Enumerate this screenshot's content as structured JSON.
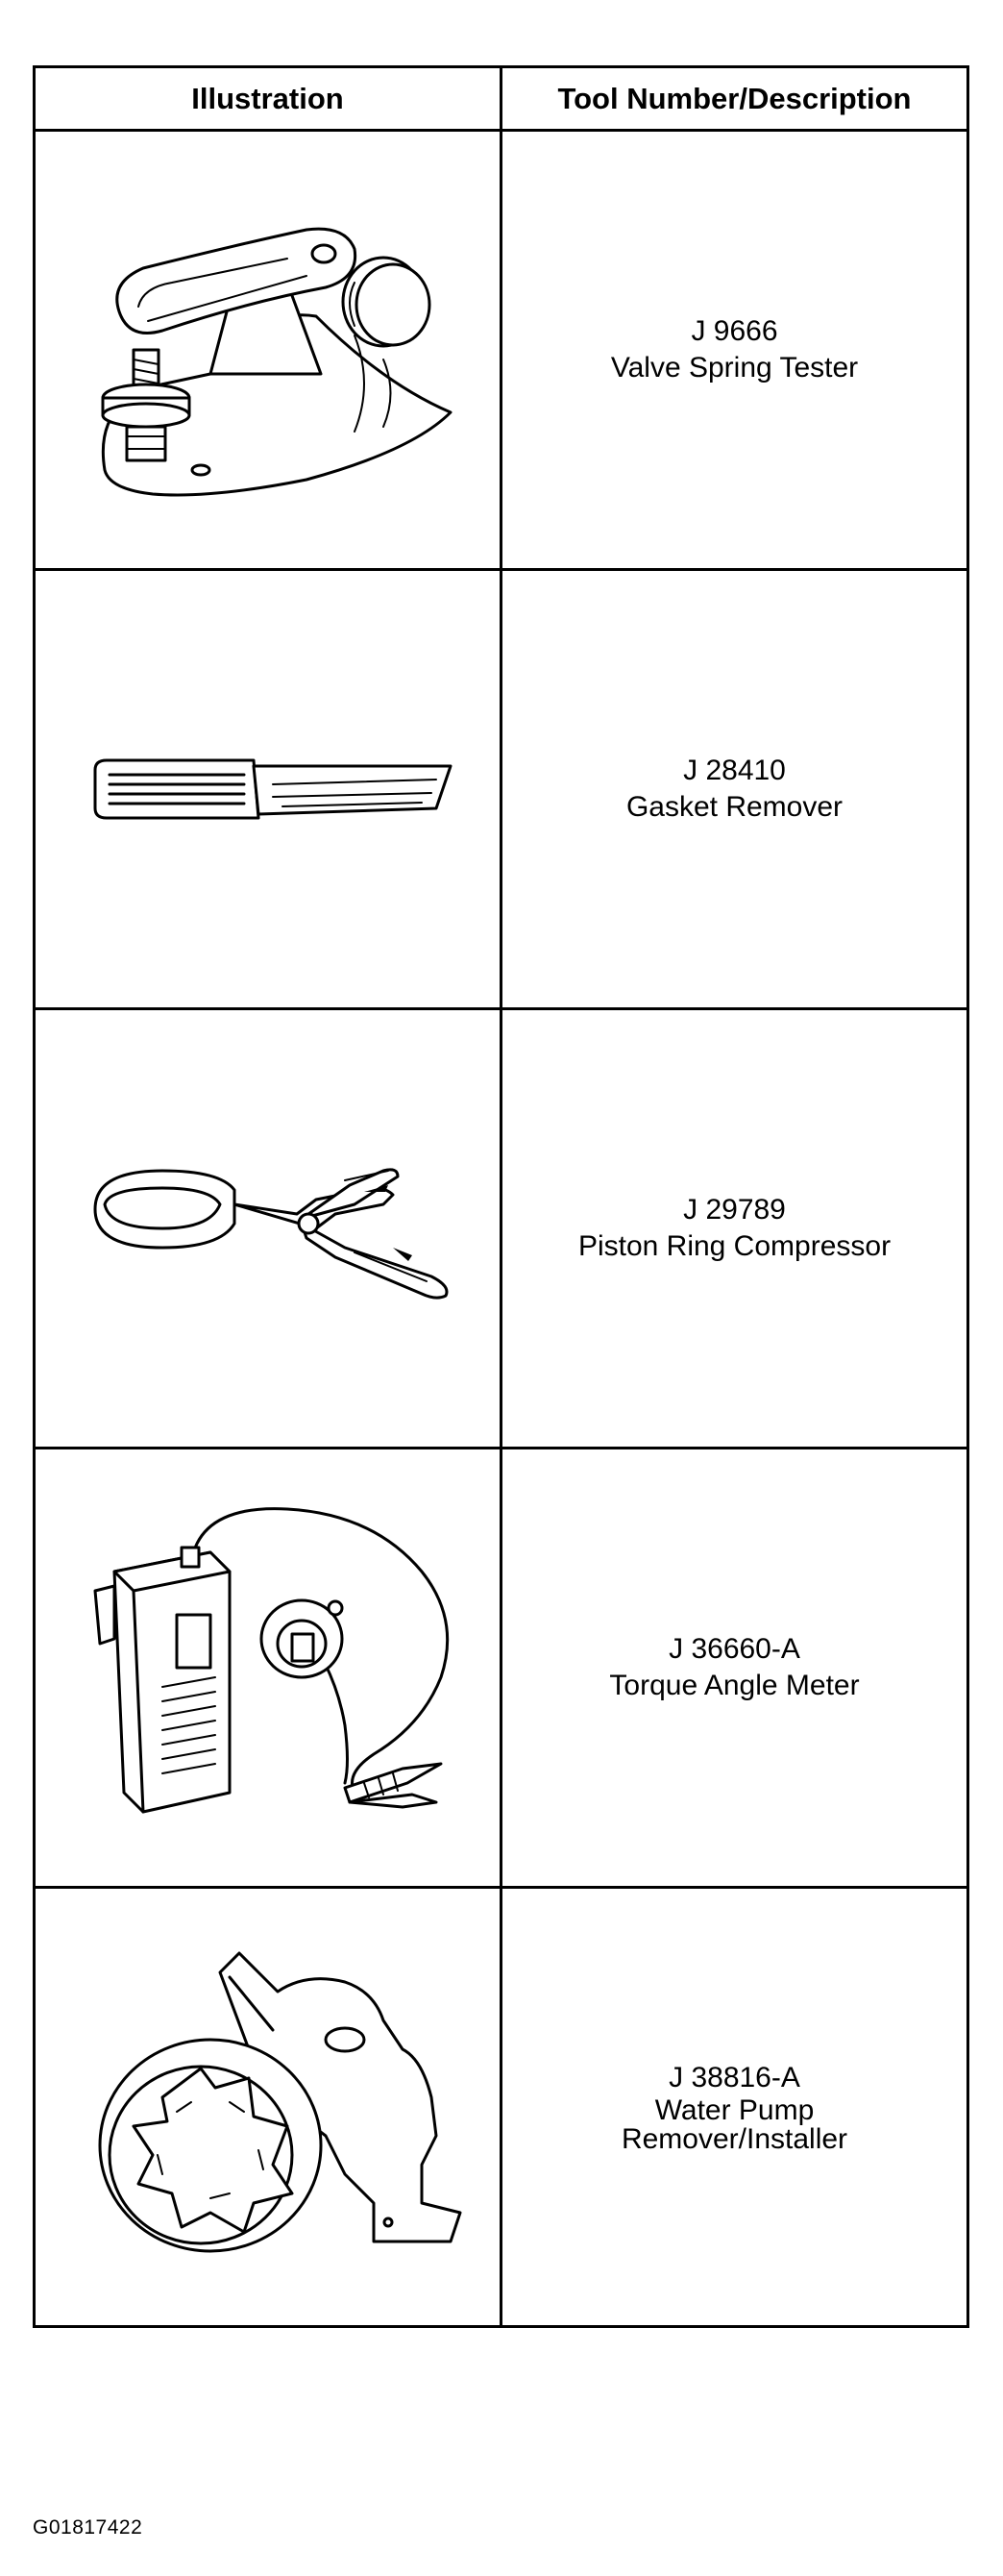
{
  "table": {
    "headers": {
      "illustration": "Illustration",
      "tool": "Tool Number/Description"
    },
    "rows": [
      {
        "number": "J 9666",
        "description": "Valve Spring Tester",
        "icon": "valve-spring-tester-icon"
      },
      {
        "number": "J 28410",
        "description": "Gasket Remover",
        "icon": "gasket-remover-icon"
      },
      {
        "number": "J 29789",
        "description": "Piston Ring Compressor",
        "icon": "piston-ring-compressor-icon"
      },
      {
        "number": "J 36660-A",
        "description": "Torque Angle Meter",
        "icon": "torque-angle-meter-icon"
      },
      {
        "number": "J 38816-A",
        "description": "Water Pump Remover/Installer",
        "icon": "water-pump-remover-installer-icon"
      }
    ]
  },
  "figure_id": "G01817422"
}
